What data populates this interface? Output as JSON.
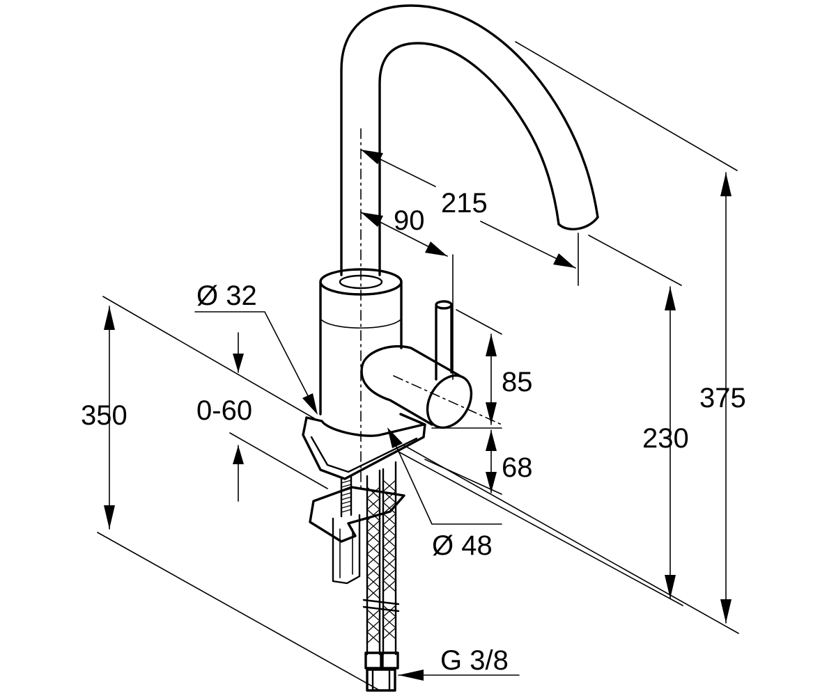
{
  "dimensions": {
    "spout_reach": "215",
    "lever_offset": "90",
    "body_diameter": "Ø 32",
    "base_diameter": "Ø 48",
    "counter_thickness": "0-60",
    "hose_length": "350",
    "lever_height": "85",
    "base_height": "68",
    "spout_height": "230",
    "total_height": "375",
    "connection_thread": "G 3/8"
  }
}
